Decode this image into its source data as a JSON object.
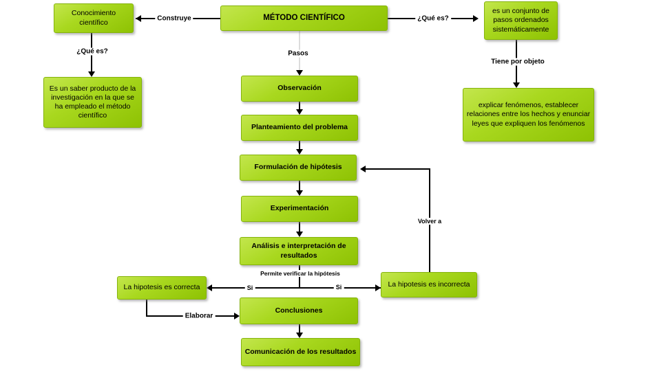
{
  "diagram": {
    "title": "MÉTODO CIENTÍFICO",
    "type": "concept-map-flowchart",
    "colors": {
      "node_fill_top": "#c3e64d",
      "node_fill_bottom": "#8ec203",
      "node_border": "#84b309",
      "connector": "#000000",
      "pasos_connector": "#dcdcdc",
      "text": "#000000",
      "background": "#ffffff"
    },
    "nodes": {
      "metodo": "MÉTODO CIENTÍFICO",
      "conocimiento": "Conocimiento científico",
      "conjunto": "es un conjunto de pasos ordenados sistemáticamente",
      "saber": "Es un saber producto de la investigación en la que se ha empleado el método científico",
      "explicar": "explicar fenómenos, establecer relaciones entre los hechos y enunciar leyes que expliquen los fenómenos",
      "observacion": "Observación",
      "planteamiento": "Planteamiento del problema",
      "formulacion": "Formulación de hipótesis",
      "experimentacion": "Experimentación",
      "analisis": "Análisis e interpretación de resultados",
      "correcta": "La hipotesis es correcta",
      "incorrecta": "La hipotesis es incorrecta",
      "conclusiones": "Conclusiones",
      "comunicacion": "Comunicación de los resultados"
    },
    "labels": {
      "construye": "Construye",
      "que_es_left": "¿Qué es?",
      "que_es_right": "¿Qué es?",
      "pasos": "Pasos",
      "tiene_por_objeto": "Tiene por objeto",
      "volver_a": "Volver a",
      "permite_verificar": "Permite verificar la hipótesis",
      "si_left": "Si",
      "si_right": "Si",
      "elaborar": "Elaborar"
    }
  }
}
